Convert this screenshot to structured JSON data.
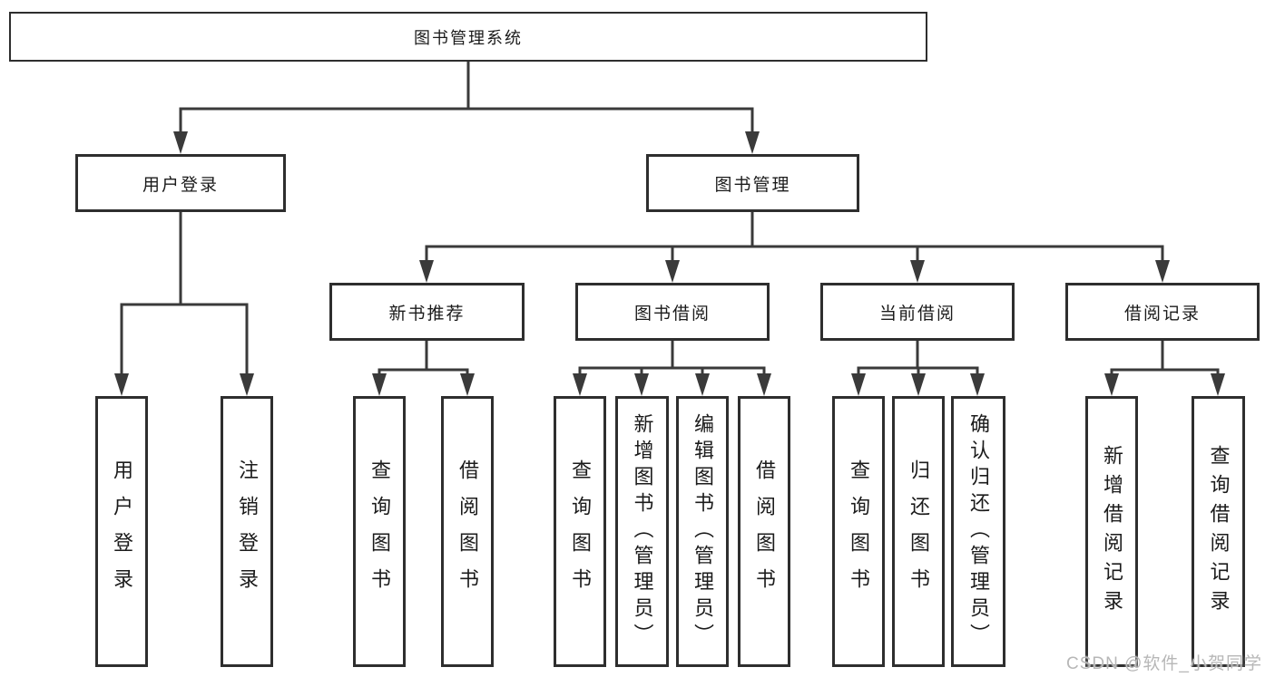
{
  "tree": {
    "label": "图书管理系统",
    "children": [
      {
        "label": "用户登录",
        "children": [
          {
            "label": "用户登录"
          },
          {
            "label": "注销登录"
          }
        ]
      },
      {
        "label": "图书管理",
        "children": [
          {
            "label": "新书推荐",
            "children": [
              {
                "label": "查询图书"
              },
              {
                "label": "借阅图书"
              }
            ]
          },
          {
            "label": "图书借阅",
            "children": [
              {
                "label": "查询图书"
              },
              {
                "label": "新增图书（管理员）"
              },
              {
                "label": "编辑图书（管理员）"
              },
              {
                "label": "借阅图书"
              }
            ]
          },
          {
            "label": "当前借阅",
            "children": [
              {
                "label": "查询图书"
              },
              {
                "label": "归还图书"
              },
              {
                "label": "确认归还（管理员）"
              }
            ]
          },
          {
            "label": "借阅记录",
            "children": [
              {
                "label": "新增借阅记录"
              },
              {
                "label": "查询借阅记录"
              }
            ]
          }
        ]
      }
    ]
  },
  "watermark": {
    "text": "CSDN @软件_小贺同学"
  },
  "colors": {
    "line": "#3a3a3a",
    "border": "#2e2e2e",
    "watermark": "#b7b7b7"
  }
}
